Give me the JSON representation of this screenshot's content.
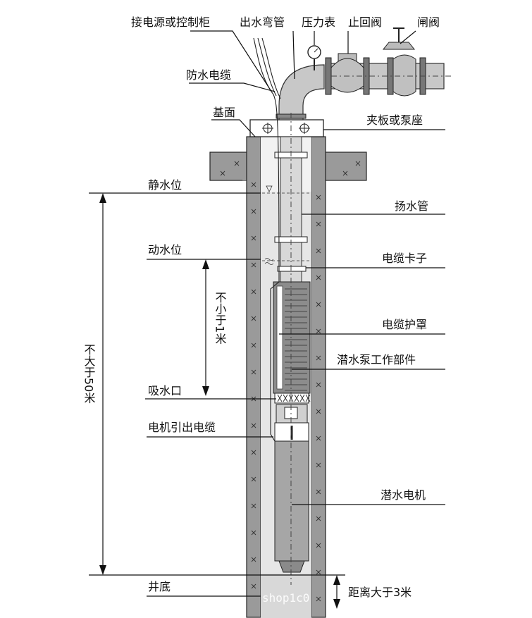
{
  "labels": {
    "power": "接电源或控制柜",
    "outlet_elbow": "出水弯管",
    "pressure_gauge": "压力表",
    "check_valve": "止回阀",
    "gate_valve": "闸阀",
    "waterproof_cable": "防水电缆",
    "foundation": "基面",
    "clamp_seat": "夹板或泵座",
    "static_level": "静水位",
    "riser_pipe": "扬水管",
    "dynamic_level": "动水位",
    "cable_clip": "电缆卡子",
    "cable_guard": "电缆护罩",
    "pump_working": "潜水泵工作部件",
    "suction_inlet": "吸水口",
    "motor_lead": "电机引出电缆",
    "motor": "潜水电机",
    "well_bottom": "井底",
    "bottom_distance": "距离大于3米"
  },
  "dimensions": {
    "max_depth": "不大于50米",
    "min_submergence": "不小于1米"
  },
  "watermark": "shop1c0"
}
